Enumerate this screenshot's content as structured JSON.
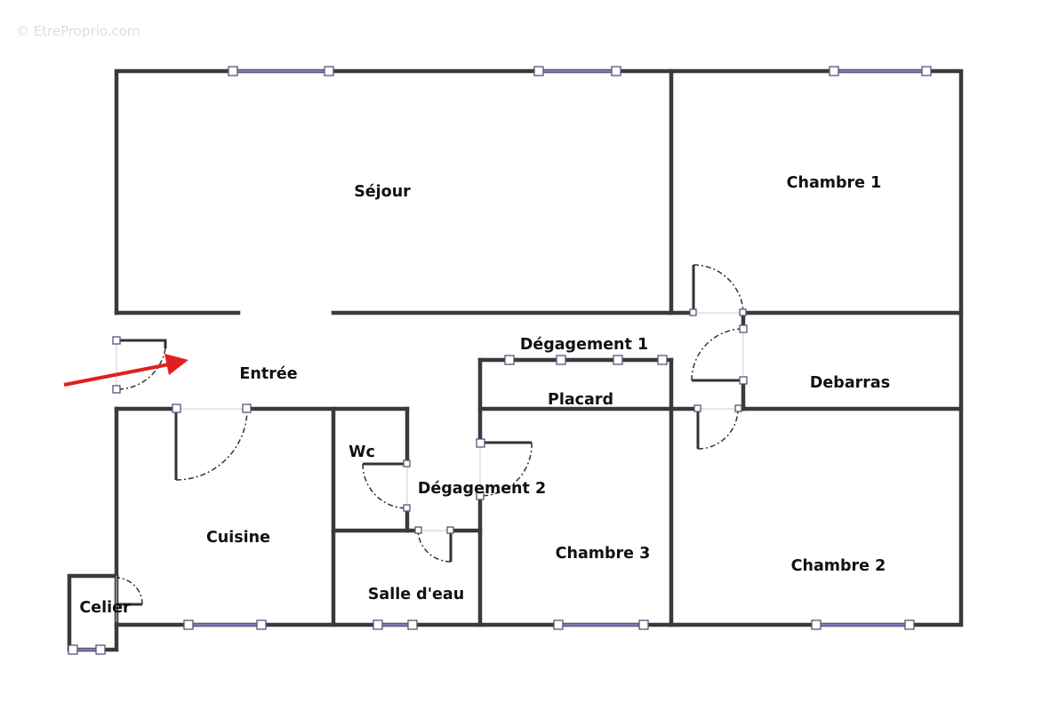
{
  "watermark": "© EtreProprio.com",
  "rooms": {
    "sejour": "Séjour",
    "chambre1": "Chambre 1",
    "entree": "Entrée",
    "degagement1": "Dégagement 1",
    "placard": "Placard",
    "debarras": "Debarras",
    "wc": "Wc",
    "degagement2": "Dégagement 2",
    "cuisine": "Cuisine",
    "chambre3": "Chambre 3",
    "chambre2": "Chambre 2",
    "salle_deau": "Salle d'eau",
    "celier": "Celier"
  },
  "colors": {
    "wall": "#3a3a3a",
    "window": "#7a7ab8",
    "entry_arrow": "#e02020"
  }
}
